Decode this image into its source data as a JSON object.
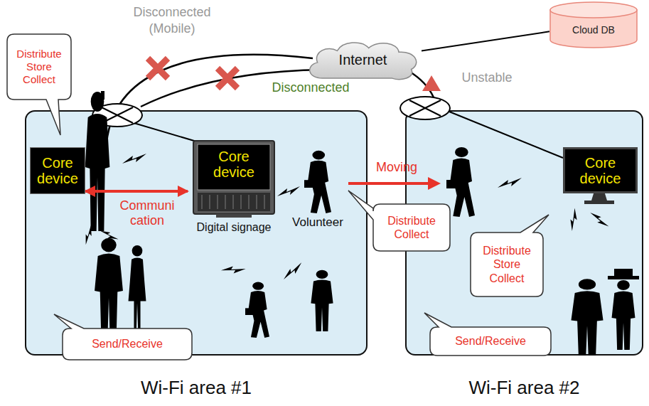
{
  "diagram": {
    "nodes": [
      {
        "text": [
          "Distribute Store Collect"
        ]
      },
      {
        "text": [
          "Internet"
        ]
      },
      {
        "text": [
          "Cloud DB"
        ]
      },
      {
        "text": [
          "Wi-Fi area #1"
        ]
      },
      {
        "text": [
          "Core device"
        ],
        "in": 3
      },
      {
        "text": [
          "Core device",
          "Digital signage"
        ],
        "in": 3
      },
      {
        "text": [
          "Distribute Collect"
        ]
      },
      {
        "text": [
          "Wi-Fi area #2"
        ]
      },
      {
        "text": [
          "Core device"
        ],
        "in": 7
      },
      {
        "text": [
          "Distribute Store Collect"
        ],
        "in": 7
      },
      {
        "text": [
          "Send/Receive"
        ]
      },
      {
        "text": [
          "Send/Receive"
        ]
      }
    ],
    "edges": [
      {
        "from": 4,
        "to": 5,
        "arrow": "both",
        "label": "Communi cation"
      },
      {
        "from": 1,
        "to": 2,
        "arrow": "none"
      }
    ],
    "labels": [
      "Disconnected (Mobile)",
      "Disconnected",
      "Unstable",
      "Volunteer",
      "Moving"
    ]
  }
}
